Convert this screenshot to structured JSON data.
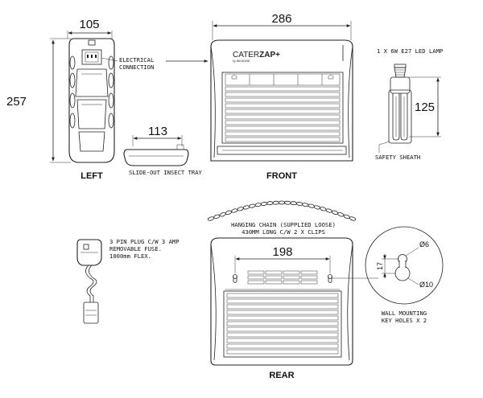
{
  "dimensions": {
    "left_width": "105",
    "left_height": "257",
    "tray_width": "113",
    "front_width": "286",
    "lamp_height": "125",
    "keyhole_spacing": "198",
    "keyhole_offset": "17",
    "hole_small": "Ø6",
    "hole_large": "Ø10"
  },
  "views": {
    "left": "LEFT",
    "front": "FRONT",
    "rear": "REAR"
  },
  "labels": {
    "electrical_1": "ELECTRICAL",
    "electrical_2": "CONNECTION",
    "tray": "SLIDE-OUT INSECT TRAY",
    "lamp": "1 X 6W E27 LED LAMP",
    "sheath": "SAFETY SHEATH",
    "chain_1": "HANGING CHAIN (SUPPLIED LOOSE)",
    "chain_2": "430MM LONG C/W 2 X CLIPS",
    "plug_1": "3 PIN PLUG C/W 3 AMP",
    "plug_2": "REMOVABLE FUSE.",
    "plug_3": "1000mm FLEX.",
    "wall_1": "WALL MOUNTING",
    "wall_2": "KEY HOLES X 2"
  },
  "brand": {
    "light": "CATER",
    "bold": "ZAP+",
    "sub": "by INDUKINE"
  }
}
